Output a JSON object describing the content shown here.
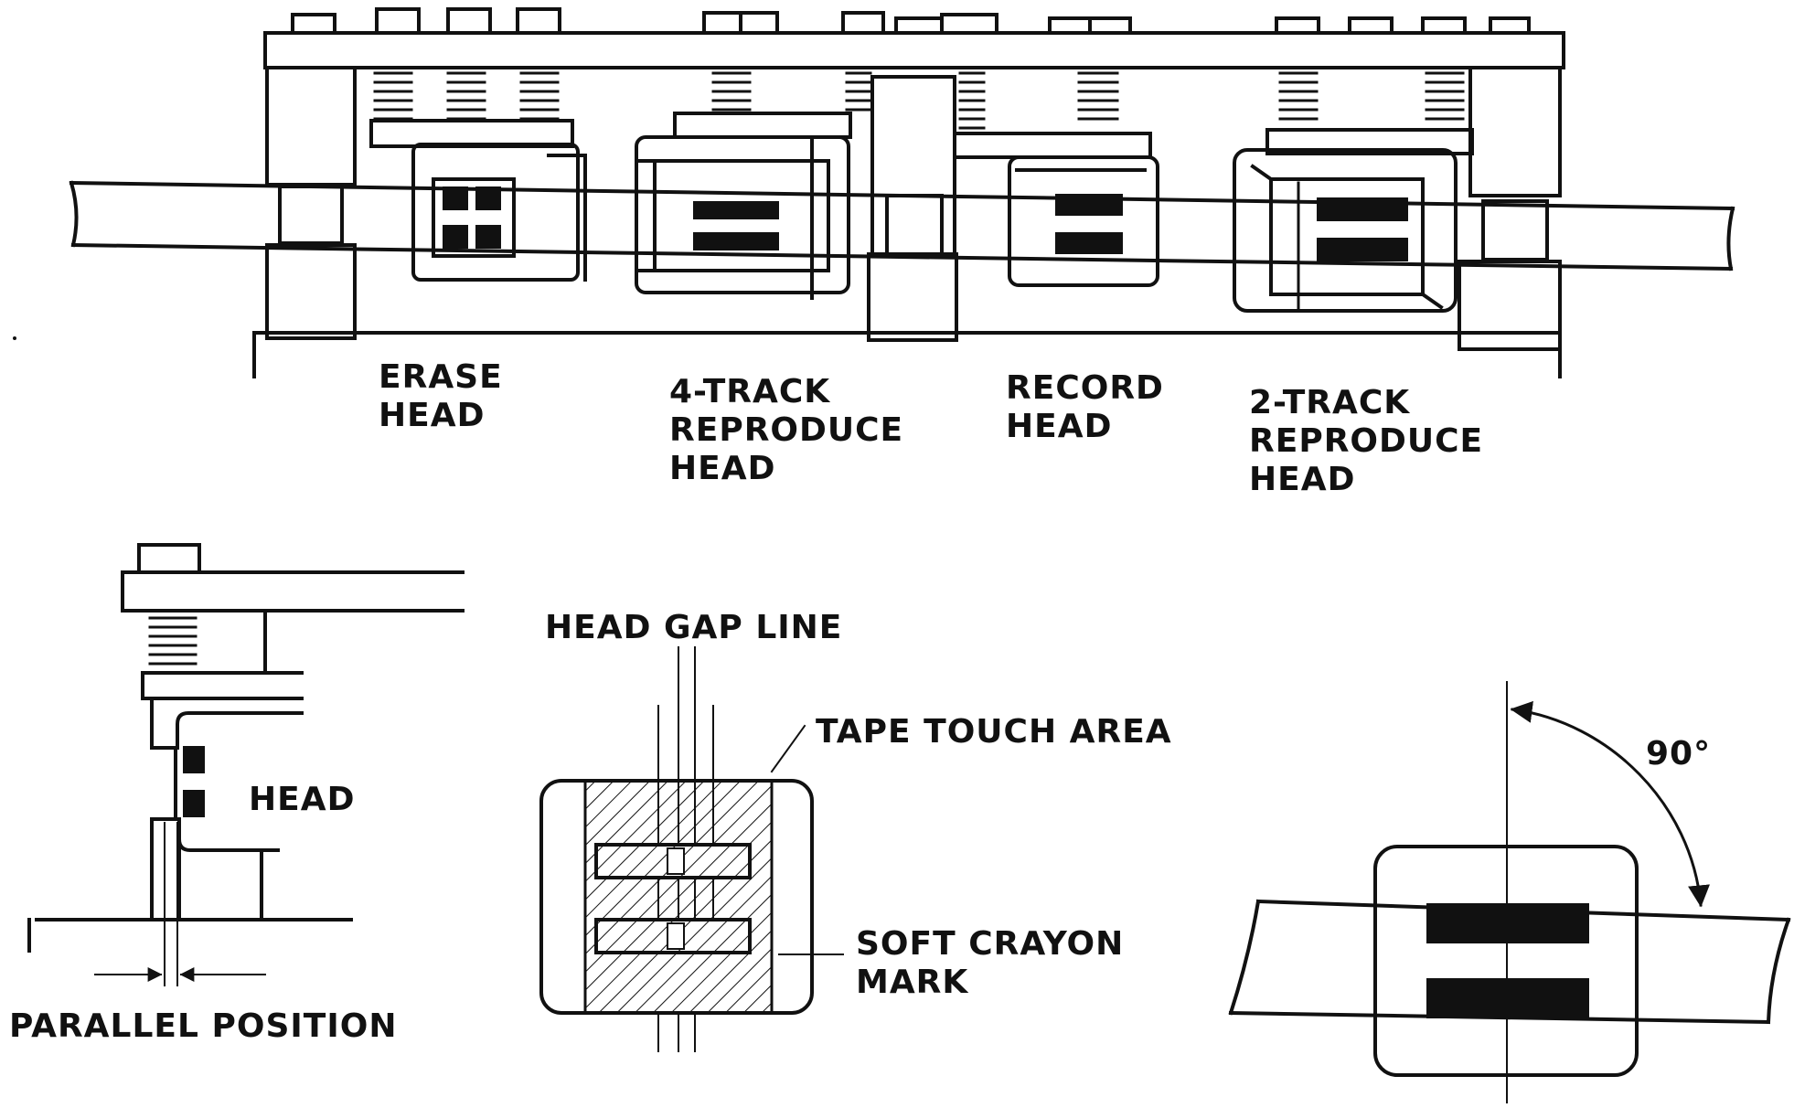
{
  "top_assembly": {
    "labels": {
      "erase": [
        "ERASE",
        "HEAD"
      ],
      "four_track": [
        "4-TRACK",
        "REPRODUCE",
        "HEAD"
      ],
      "record": [
        "RECORD",
        "HEAD"
      ],
      "two_track": [
        "2-TRACK",
        "REPRODUCE",
        "HEAD"
      ]
    }
  },
  "side_view": {
    "head_label": "HEAD",
    "caption": "PARALLEL POSITION"
  },
  "gap_view": {
    "gap_line_label": "HEAD GAP LINE",
    "touch_label": "TAPE TOUCH AREA",
    "crayon_label": [
      "SOFT CRAYON",
      "MARK"
    ]
  },
  "angle_view": {
    "angle_label": "90°"
  },
  "colors": {
    "ink": "#111111",
    "paper": "#ffffff"
  }
}
